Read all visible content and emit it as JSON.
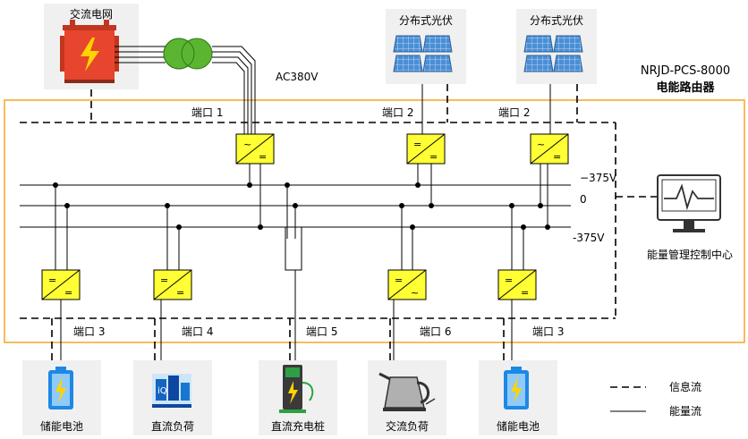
{
  "title": {
    "model": "NRJD-PCS-8000",
    "name": "电能路由器"
  },
  "sources": {
    "grid": "交流电网",
    "pv_left": "分布式光伏",
    "pv_right": "分布式光伏",
    "ac_voltage": "AC380V"
  },
  "ports": {
    "top1": "端口 1",
    "top2a": "端口 2",
    "top2b": "端口 2",
    "bottom3a": "端口 3",
    "bottom4": "端口 4",
    "bottom5": "端口 5",
    "bottom6": "端口 6",
    "bottom3b": "端口 3"
  },
  "bus": {
    "pos": "−375V",
    "zero": "0",
    "neg": "-375V"
  },
  "control_center": "能量管理控制中心",
  "loads": {
    "battery_left": "储能电池",
    "dc_load": "直流负荷",
    "dc_charger": "直流充电桩",
    "ac_load": "交流负荷",
    "battery_right": "储能电池"
  },
  "legend": {
    "info": "信息流",
    "energy": "能量流"
  },
  "colors": {
    "frame": "#f5a623",
    "converter": "#ffff33",
    "transformer": "#5cb531",
    "grid_box": "#e8452e"
  }
}
